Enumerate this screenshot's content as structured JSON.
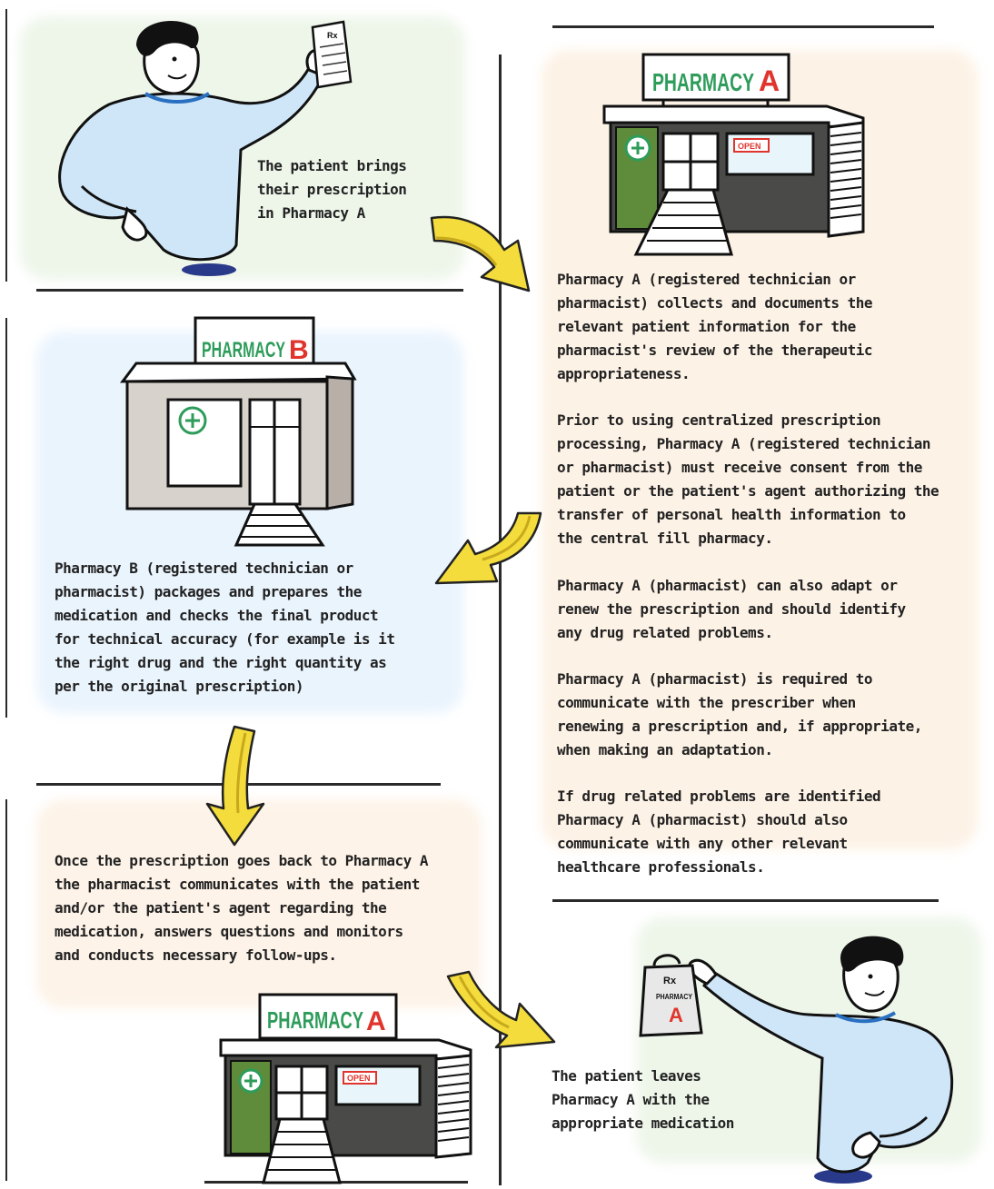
{
  "steps": {
    "step1": "The patient brings\ntheir prescription\nin Pharmacy A",
    "step2": "Pharmacy A (registered technician or\npharmacist) collects and documents the\nrelevant patient information for the\npharmacist's review of the therapeutic\nappropriateness.",
    "step2_consent": "Prior to using centralized prescription\nprocessing, Pharmacy A (registered technician\nor pharmacist) must receive consent from the\npatient or the patient's agent authorizing the\ntransfer of personal health information to\nthe central fill pharmacy.",
    "step2_adapt": "Pharmacy A (pharmacist) can also adapt or\nrenew the prescription and should identify\nany drug related problems.",
    "step2_communicate": "Pharmacy A (pharmacist) is required to\ncommunicate with the prescriber when\nrenewing a prescription and, if appropriate,\nwhen making an adaptation.",
    "step2_problems": "If drug related problems are identified\nPharmacy A (pharmacist) should also\ncommunicate with any other relevant\nhealthcare professionals.",
    "step3": "Pharmacy B (registered technician or\npharmacist) packages and prepares the\nmedication and checks the final product\nfor technical accuracy (for example is it\nthe right drug and the right quantity as\nper the original prescription)",
    "step4": "Once the prescription goes back to Pharmacy A\nthe pharmacist communicates with the patient\nand/or the patient's agent regarding the\nmedication, answers questions and monitors\nand conducts necessary follow-ups.",
    "step5": "The patient leaves\nPharmacy A with the\nappropriate medication"
  },
  "signs": {
    "pharmacy_a_word": "PHARMACY",
    "pharmacy_a_letter": "A",
    "pharmacy_b_word": "PHARMACY",
    "pharmacy_b_letter": "B",
    "open_sign": "OPEN"
  },
  "props": {
    "prescription_rx": "Rx",
    "bag_rx": "Rx",
    "bag_word": "PHARMACY",
    "bag_letter": "A"
  },
  "colors": {
    "sign_green": "#2e9c5a",
    "sign_red": "#e0342c",
    "arrow_yellow": "#f3dc3c",
    "shirt_blue": "#cfe6f8",
    "door_green": "#5e8c3a"
  },
  "icons": [
    "pharmacy-a-icon",
    "pharmacy-b-icon",
    "patient-icon",
    "arrow-icon",
    "prescription-icon",
    "bag-icon"
  ]
}
